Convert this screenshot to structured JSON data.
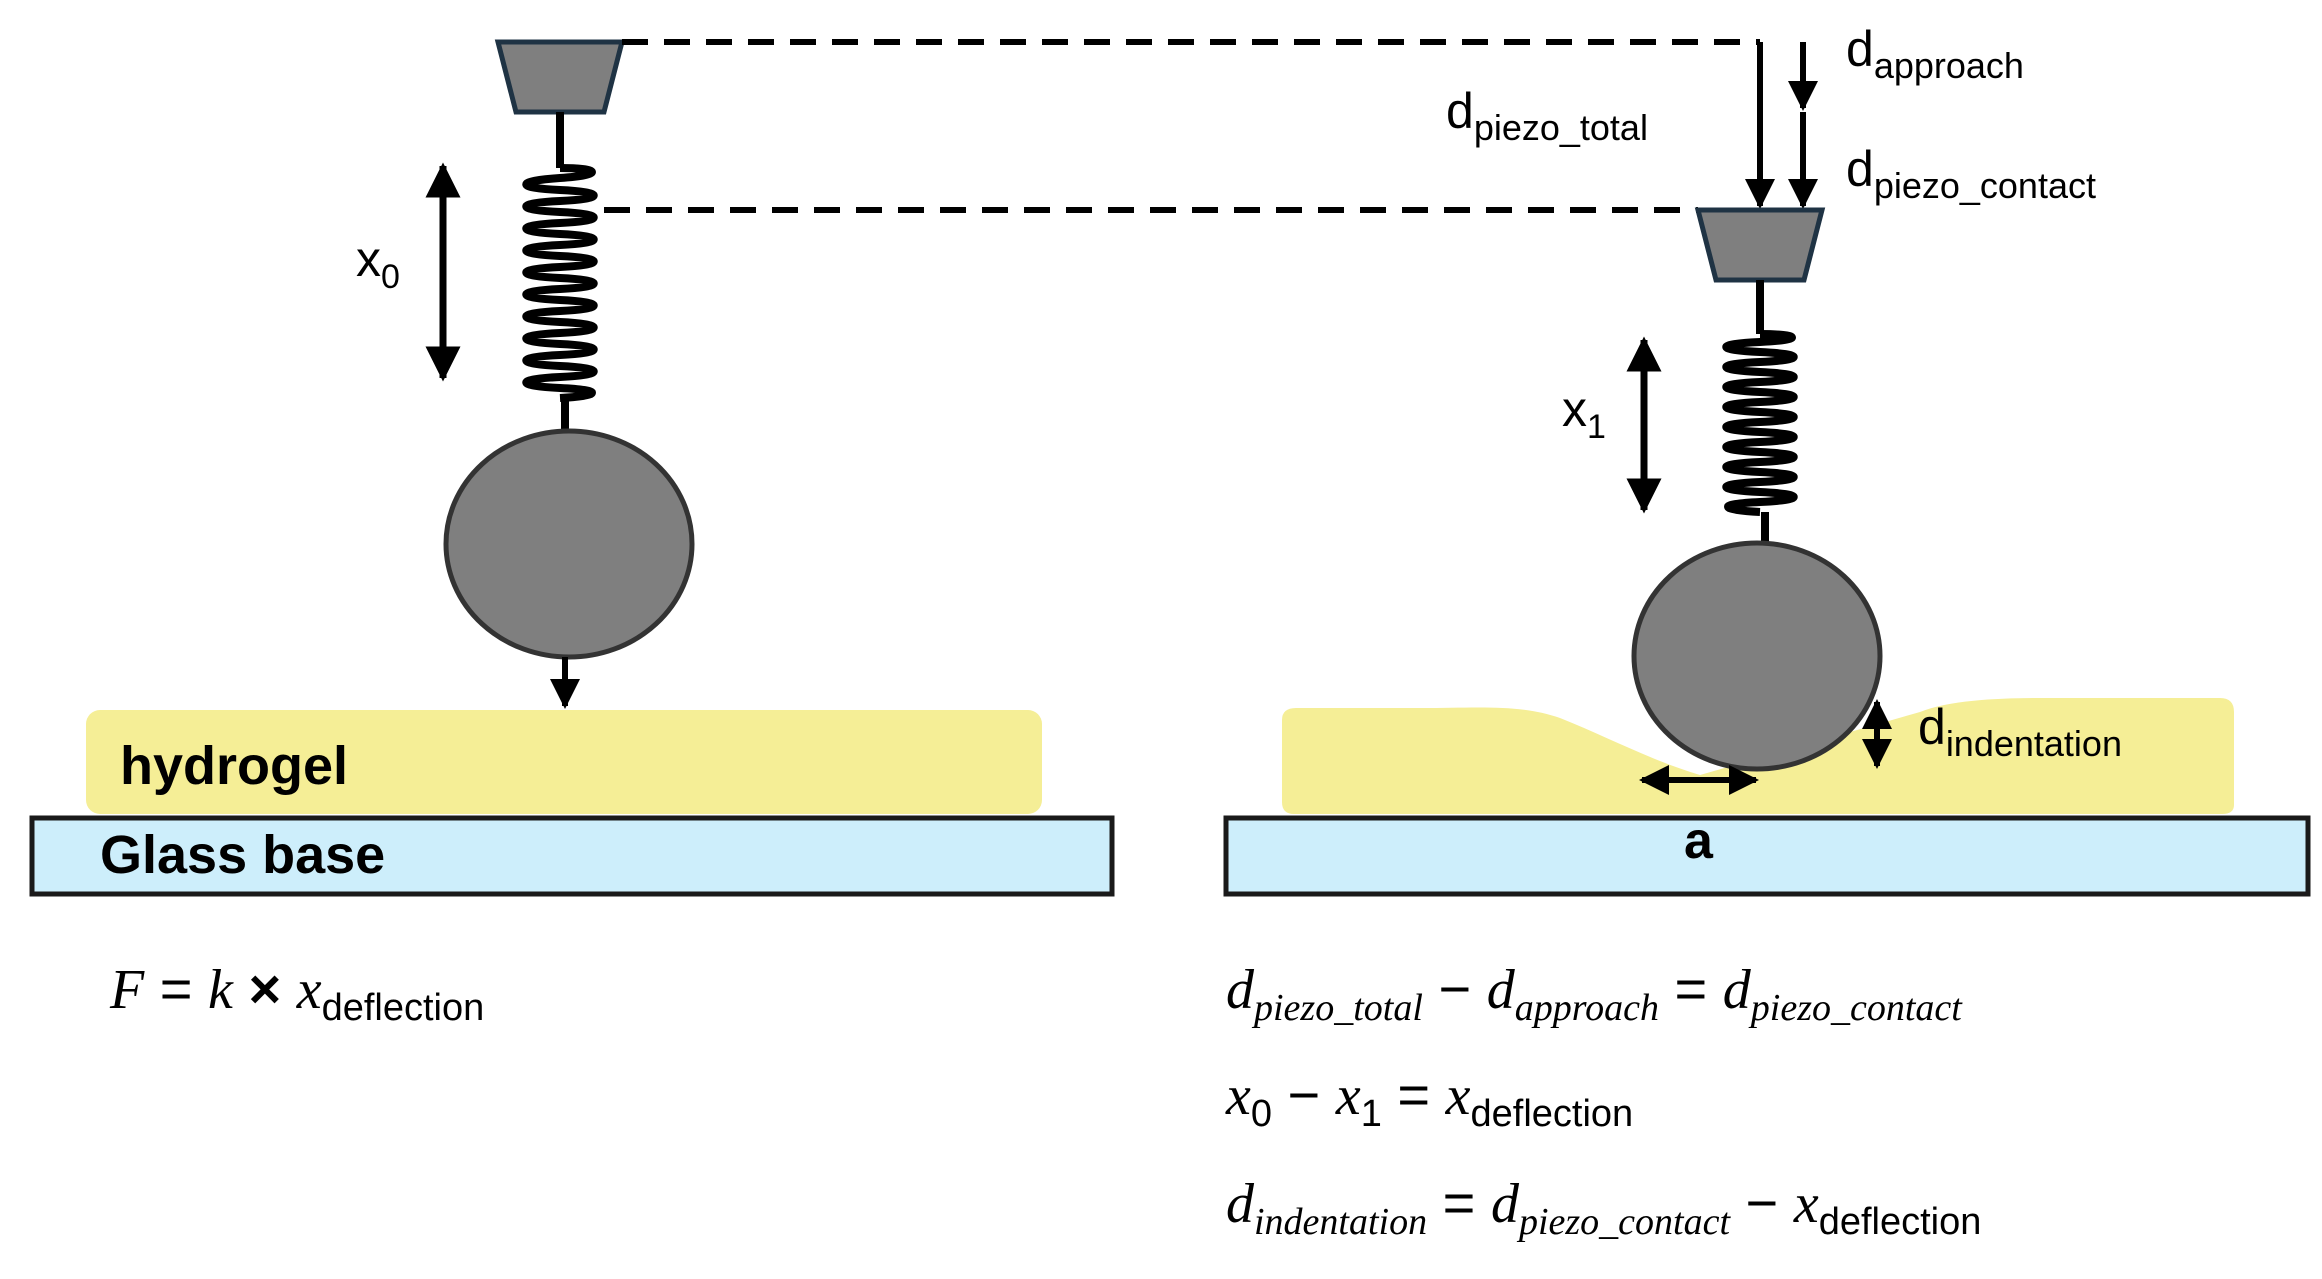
{
  "labels": {
    "hydrogel": "hydrogel",
    "glass_base": "Glass base",
    "contact_radius": "a",
    "x0": {
      "base": "x",
      "sub": "0"
    },
    "x1": {
      "base": "x",
      "sub": "1"
    },
    "d_piezo_total": {
      "base": "d",
      "sub": "piezo_total"
    },
    "d_approach": {
      "base": "d",
      "sub": "approach"
    },
    "d_piezo_contact": {
      "base": "d",
      "sub": "piezo_contact"
    },
    "d_indentation": {
      "base": "d",
      "sub": "indentation"
    }
  },
  "equations": {
    "hooke": {
      "F": "F",
      "eq": " = ",
      "k": "k",
      "times": " × ",
      "x": "x",
      "x_sub": "deflection"
    },
    "eq1": {
      "t1": "d",
      "t1_sub": "piezo_total",
      "op1": " − ",
      "t2": "d",
      "t2_sub": "approach",
      "op2": " = ",
      "t3": "d",
      "t3_sub": "piezo_contact"
    },
    "eq2": {
      "t1": "x",
      "t1_sub": "0",
      "op1": " − ",
      "t2": "x",
      "t2_sub": "1",
      "op2": " = ",
      "t3": "x",
      "t3_sub": "deflection"
    },
    "eq3": {
      "t1": "d",
      "t1_sub": "indentation",
      "op1": " = ",
      "t2": "d",
      "t2_sub": "piezo_contact",
      "op2": " − ",
      "t3": "x",
      "t3_sub": "deflection"
    }
  },
  "colors": {
    "hydrogel": "#f5ee96",
    "glass": "#cdeefb",
    "mount": "#7f7f7f",
    "sphere": "#7f7f7f",
    "outline": "#262626",
    "ink": "#000000"
  }
}
